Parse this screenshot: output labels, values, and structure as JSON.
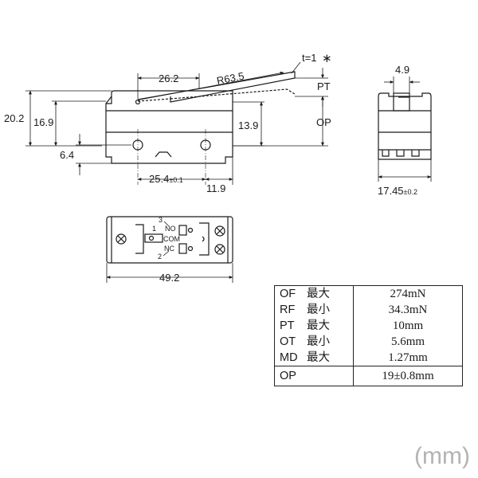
{
  "dimensions": {
    "lever_pivot_offset": "26.2",
    "lever_radius": "R63.5",
    "lever_thickness": "t=1",
    "lever_mark": "∗",
    "pt_label": "PT",
    "op_label": "OP",
    "overall_height": "20.2",
    "body_height": "16.9",
    "pivot_height": "13.9",
    "hole_height": "6.4",
    "hole_pitch": "25.4",
    "hole_pitch_tol": "±0.1",
    "hole_end_offset": "11.9",
    "lever_width": "4.9",
    "body_width": "17.45",
    "body_width_tol": "±0.2",
    "overall_length": "49.2"
  },
  "terminals": {
    "t1_num": "1",
    "t2_num": "2",
    "t3_num": "3",
    "no_label": "NO",
    "com_label": "COM",
    "nc_label": "NC"
  },
  "spec_table": {
    "rows": [
      {
        "code": "OF",
        "qualifier": "最大",
        "value": "274mN"
      },
      {
        "code": "RF",
        "qualifier": "最小",
        "value": "34.3mN"
      },
      {
        "code": "PT",
        "qualifier": "最大",
        "value": "10mm"
      },
      {
        "code": "OT",
        "qualifier": "最小",
        "value": "5.6mm"
      },
      {
        "code": "MD",
        "qualifier": "最大",
        "value": "1.27mm"
      }
    ],
    "op_row": {
      "code": "OP",
      "value": "19±0.8mm"
    }
  },
  "unit_note": "(mm)",
  "colors": {
    "line": "#1a1a1a",
    "unit_note": "#b3b3b3"
  }
}
